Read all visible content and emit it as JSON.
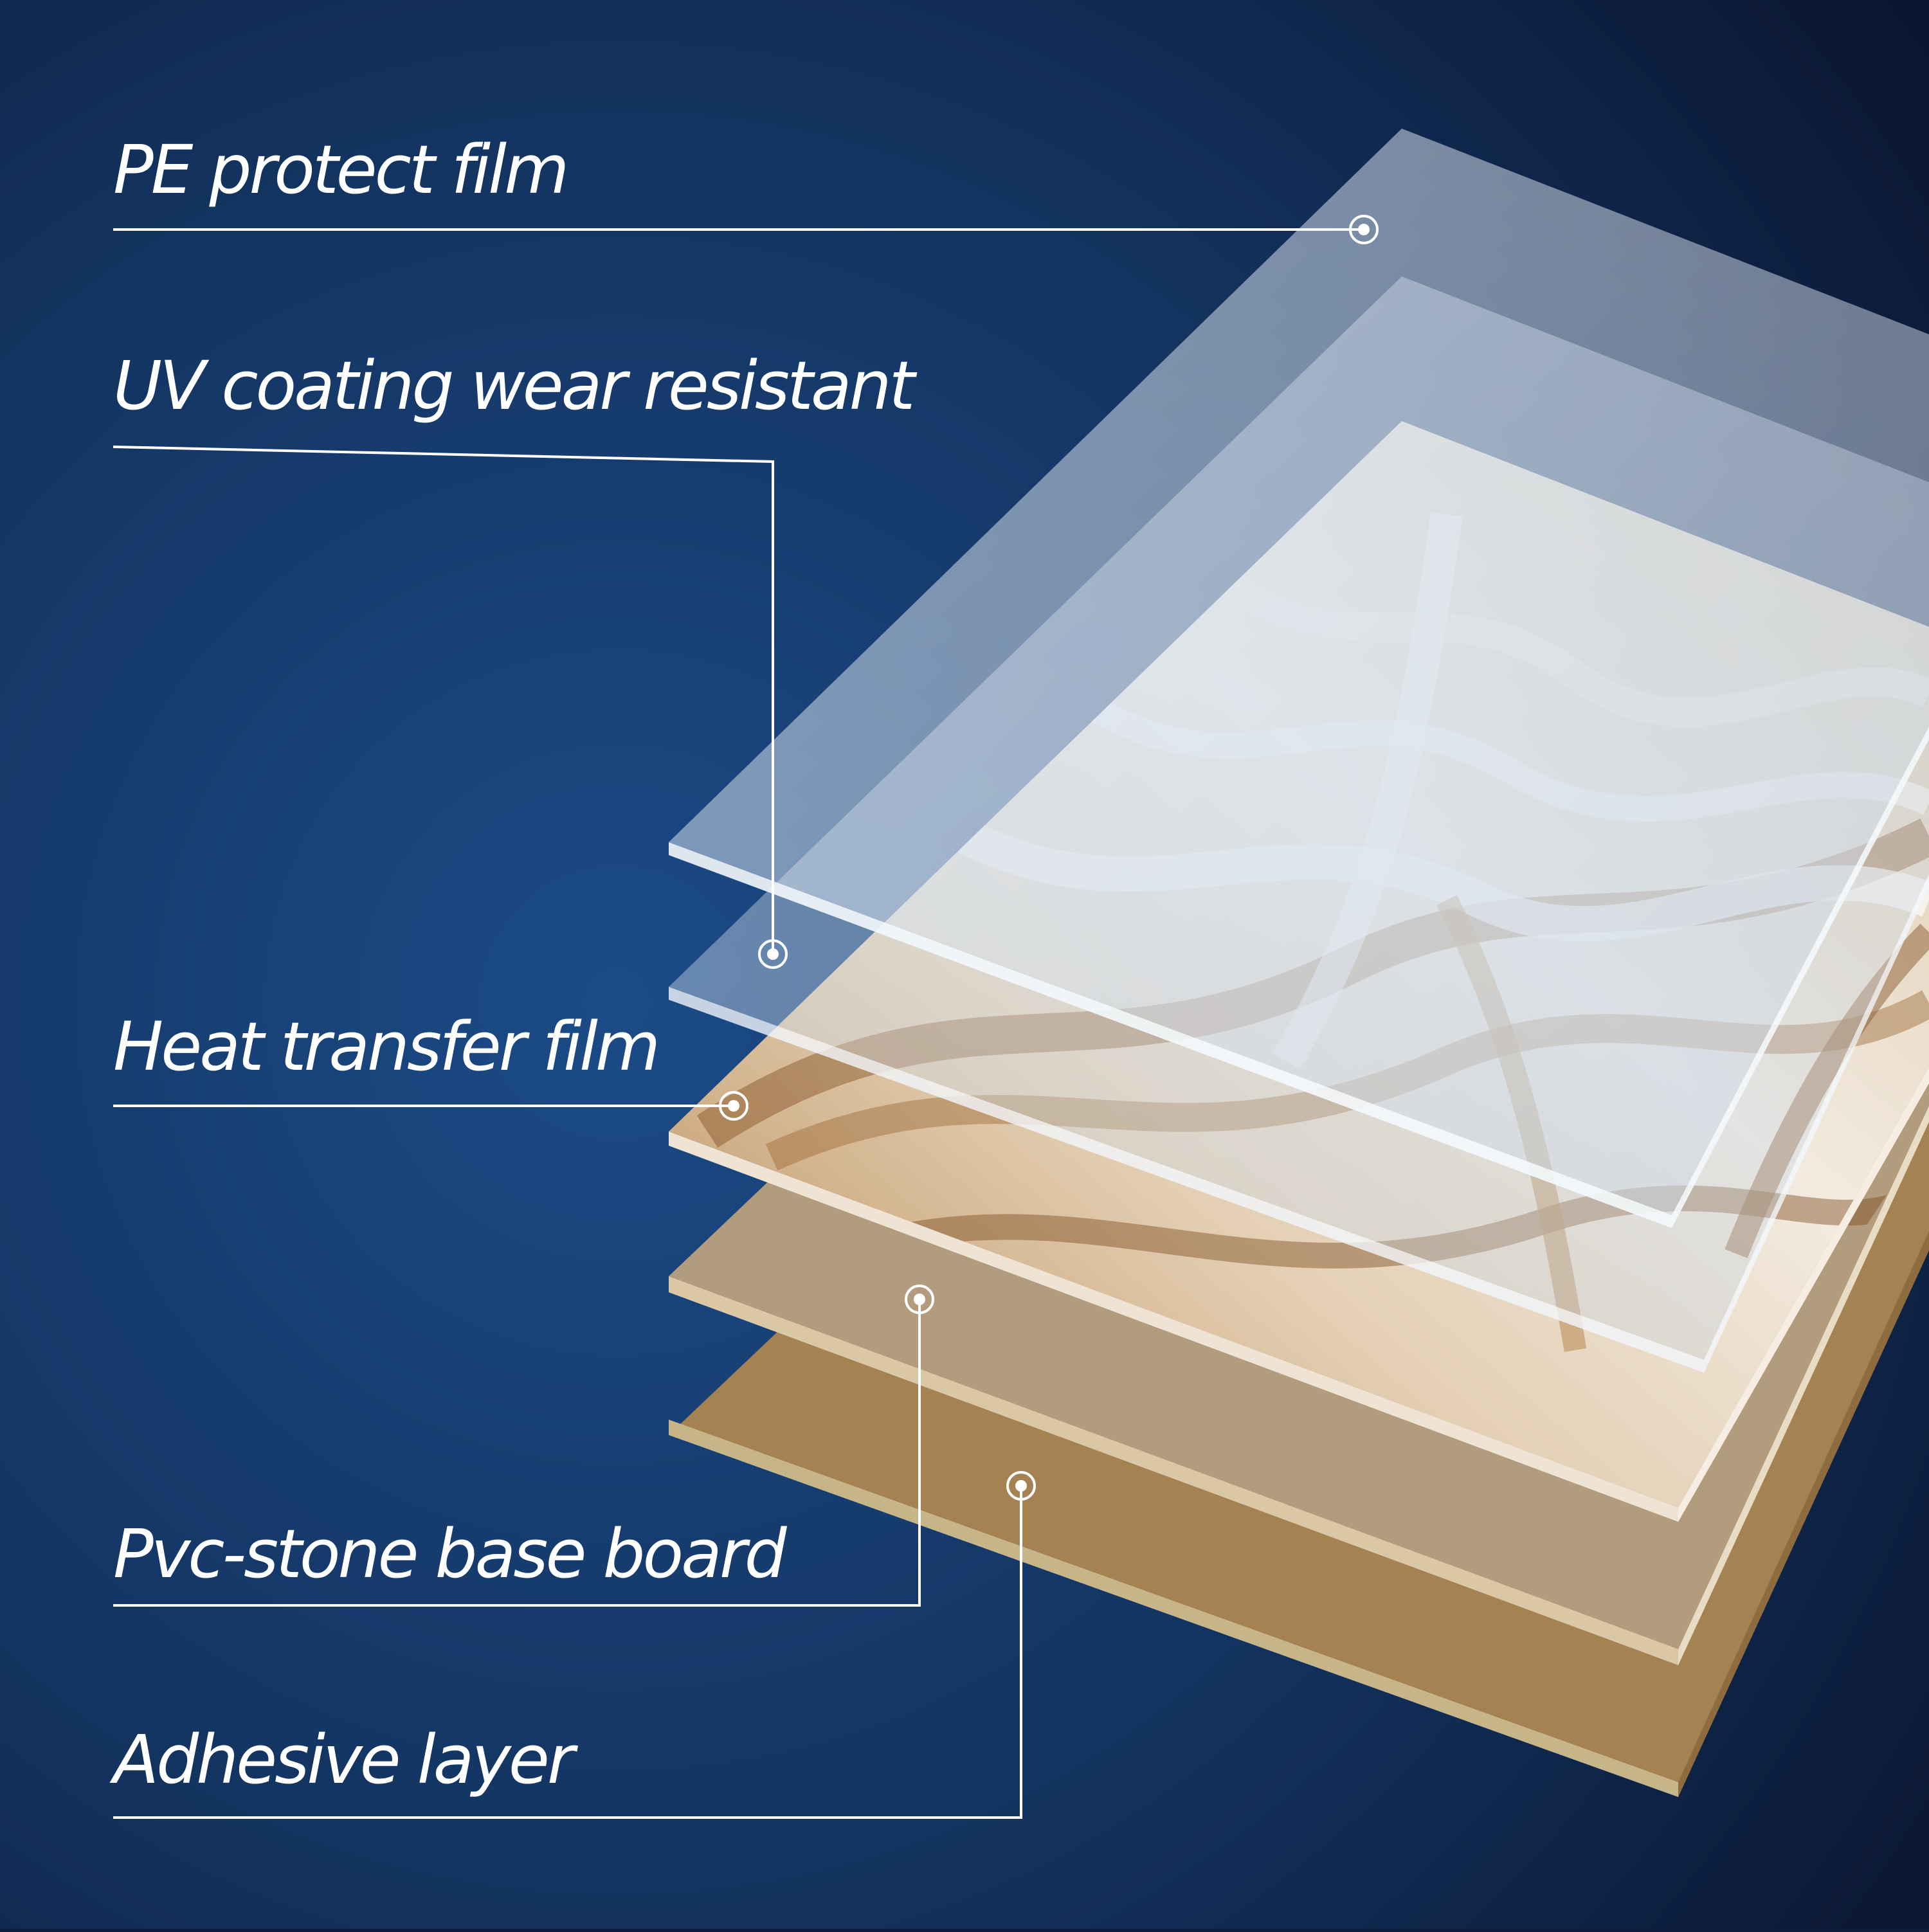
{
  "layers": [
    {
      "id": "pe",
      "label": "PE protect film"
    },
    {
      "id": "uv",
      "label": "UV coating wear resistant"
    },
    {
      "id": "heat",
      "label": "Heat transfer film"
    },
    {
      "id": "pvc",
      "label": "Pvc-stone base board"
    },
    {
      "id": "adhesive",
      "label": "Adhesive layer"
    }
  ],
  "colors": {
    "background_center": "#1a4a85",
    "background_edge": "#0b1630",
    "line": "#ffffff",
    "film": "#dfe8f2",
    "marble_light": "#f4ece0",
    "marble_mid": "#cfae86",
    "marble_dark": "#8a5a2b",
    "pvc_board": "#b39c7d",
    "adhesive": "#a48251"
  }
}
